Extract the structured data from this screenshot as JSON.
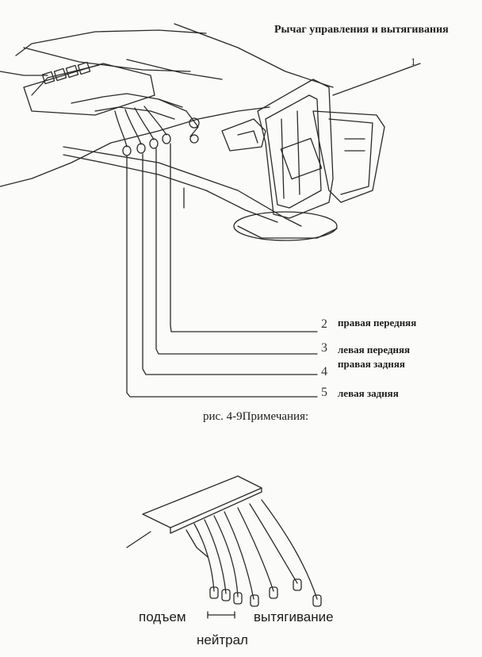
{
  "title": "Рычаг управления и вытягивания",
  "callouts": [
    {
      "num": "1",
      "label": ""
    },
    {
      "num": "2",
      "label": "правая передняя"
    },
    {
      "num": "3",
      "label": "левая передняя"
    },
    {
      "num": "4",
      "label": "правая задняя"
    },
    {
      "num": "5",
      "label": "левая задняя"
    }
  ],
  "caption": "рис. 4-9Примечания:",
  "positions": {
    "lift": "подъем",
    "neutral": "нейтрал",
    "pull": "вытягивание"
  }
}
